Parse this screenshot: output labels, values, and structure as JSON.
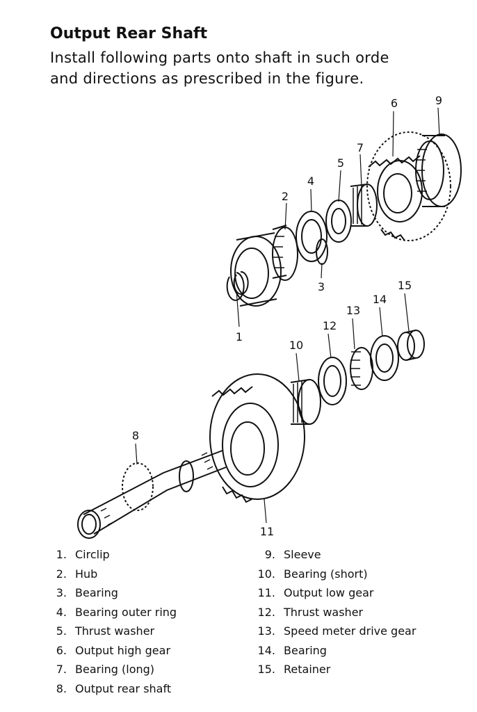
{
  "title": "Output Rear Shaft",
  "instruction_line1": "Install following parts onto shaft in such orde",
  "instruction_line2": "and directions as prescribed in the figure.",
  "callouts": [
    "1",
    "2",
    "3",
    "4",
    "5",
    "6",
    "7",
    "8",
    "9",
    "10",
    "11",
    "12",
    "13",
    "14",
    "15"
  ],
  "parts": [
    {
      "num": "1.",
      "name": "Circlip"
    },
    {
      "num": "2.",
      "name": "Hub"
    },
    {
      "num": "3.",
      "name": "Bearing"
    },
    {
      "num": "4.",
      "name": "Bearing outer ring"
    },
    {
      "num": "5.",
      "name": "Thrust washer"
    },
    {
      "num": "6.",
      "name": "Output high gear"
    },
    {
      "num": "7.",
      "name": "Bearing (long)"
    },
    {
      "num": "8.",
      "name": "Output rear shaft"
    },
    {
      "num": "9.",
      "name": "Sleeve"
    },
    {
      "num": "10.",
      "name": "Bearing (short)"
    },
    {
      "num": "11.",
      "name": "Output low gear"
    },
    {
      "num": "12.",
      "name": "Thrust washer"
    },
    {
      "num": "13.",
      "name": "Speed meter drive gear"
    },
    {
      "num": "14.",
      "name": "Bearing"
    },
    {
      "num": "15.",
      "name": "Retainer"
    }
  ]
}
